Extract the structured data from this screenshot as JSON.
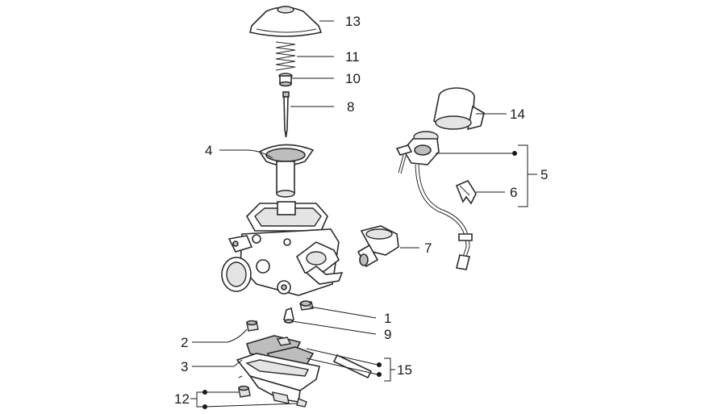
{
  "diagram": {
    "callouts": {
      "p1": "1",
      "p2": "2",
      "p3": "3",
      "p4": "4",
      "p5": "5",
      "p6": "6",
      "p7": "7",
      "p8": "8",
      "p9": "9",
      "p10": "10",
      "p11": "11",
      "p12": "12",
      "p13": "13",
      "p14": "14",
      "p15": "15"
    }
  }
}
